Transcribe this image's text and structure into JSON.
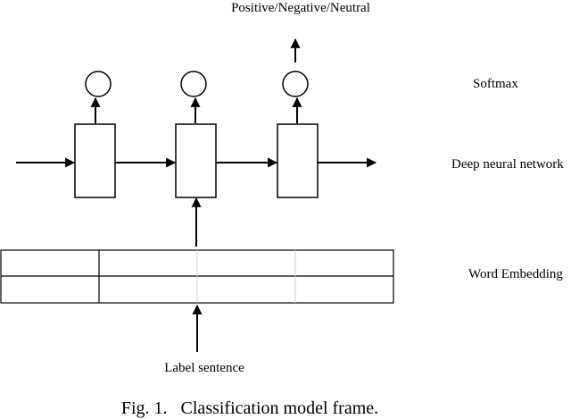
{
  "diagram": {
    "output_label": "Positive/Negative/Neutral",
    "layers": {
      "softmax": "Softmax",
      "network": "Deep neural network",
      "embedding": "Word Embedding"
    },
    "input_label": "Label sentence"
  },
  "caption": "Fig. 1.   Classification model frame.",
  "colors": {
    "stroke": "#000000",
    "embedding_grid": "#cccccc",
    "background": "#ffffff"
  }
}
